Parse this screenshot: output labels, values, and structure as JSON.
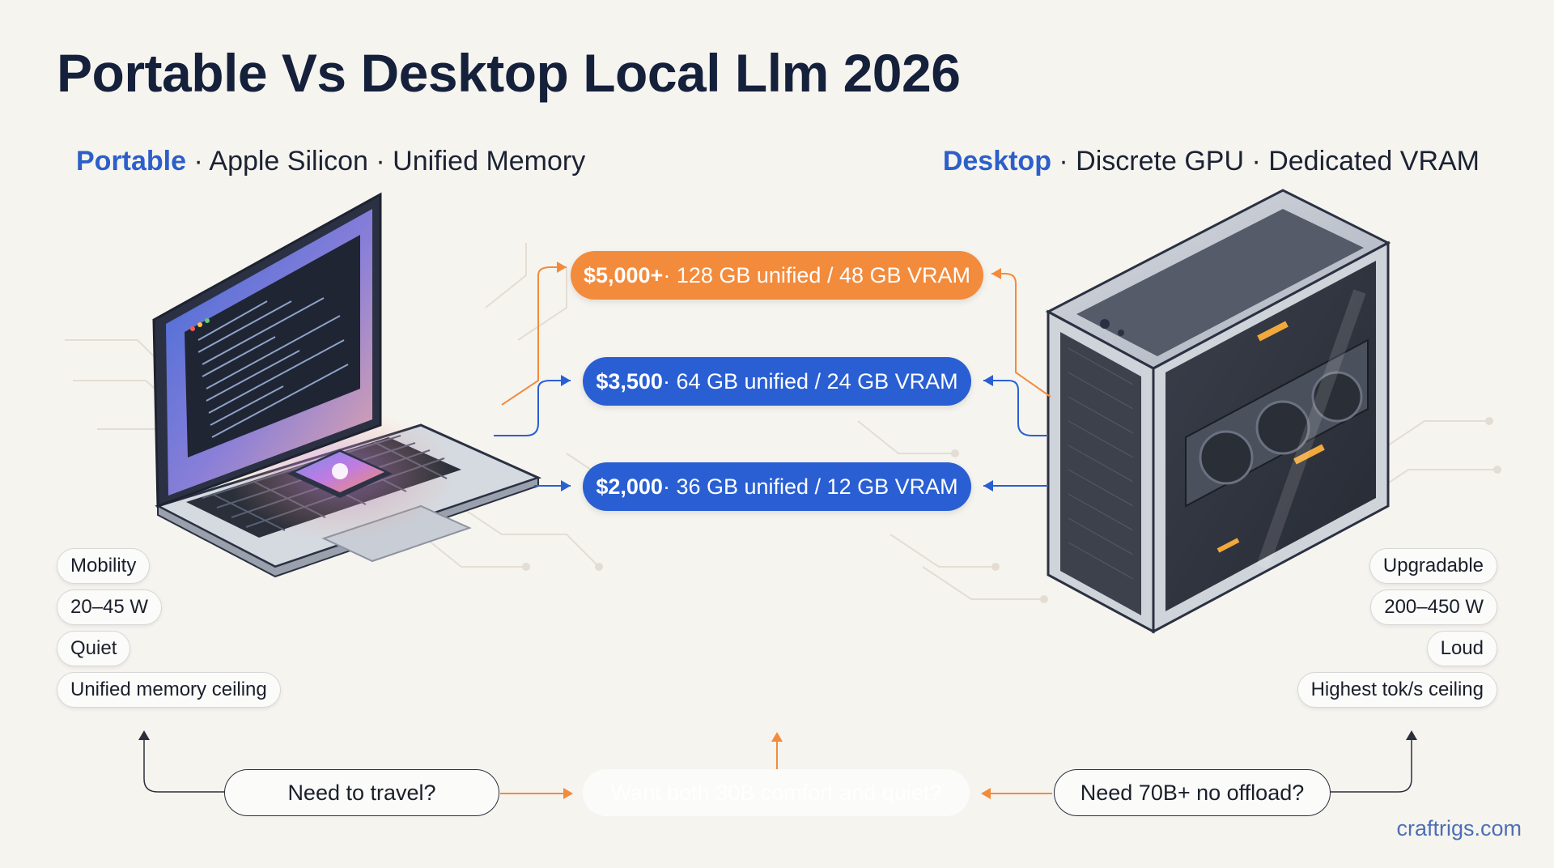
{
  "title": "Portable Vs Desktop Local Llm 2026",
  "portable": {
    "accent": "Portable",
    "rest": " · Apple Silicon · Unified Memory",
    "tags": [
      "Mobility",
      "20–45 W",
      "Quiet",
      "Unified memory ceiling"
    ]
  },
  "desktop": {
    "accent": "Desktop",
    "rest": " · Discrete GPU · Dedicated VRAM",
    "tags": [
      "Upgradable",
      "200–450 W",
      "Loud",
      "Highest tok/s ceiling"
    ]
  },
  "tiers": [
    {
      "price": "$5,000+",
      "spec": " · 128 GB unified / 48 GB VRAM",
      "color": "#f38b3c"
    },
    {
      "price": "$3,500",
      "spec": " · 64 GB unified / 24 GB VRAM",
      "color": "#2a5fd3"
    },
    {
      "price": "$2,000",
      "spec": " · 36 GB unified / 12 GB VRAM",
      "color": "#2a5fd3"
    }
  ],
  "questions": {
    "left": "Need to travel?",
    "middle": "Want both 30B comfort and quiet?",
    "right": "Need 70B+ no offload?"
  },
  "brand": "craftrigs.com",
  "colors": {
    "orange": "#f38b3c",
    "blue": "#2a5fd3",
    "navy": "#15203b",
    "background": "#f6f4ef"
  },
  "icons": [
    "laptop-illustration",
    "apple-chip-icon",
    "desktop-tower-illustration",
    "gpu-icon"
  ]
}
